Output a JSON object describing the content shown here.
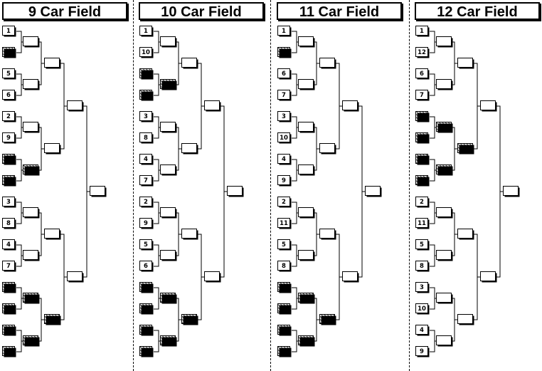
{
  "colors": {
    "line": "#000000",
    "background": "#ffffff",
    "hatch": "#000000"
  },
  "brackets": [
    {
      "title": "9 Car Field",
      "seeds": [
        "1",
        "",
        "5",
        "6",
        "2",
        "9",
        "",
        "",
        "3",
        "8",
        "4",
        "7",
        "",
        "",
        "",
        ""
      ],
      "round2_hatched": [
        false,
        false,
        false,
        true,
        false,
        false,
        true,
        true
      ],
      "round3_hatched": [
        false,
        false,
        false,
        true
      ],
      "round4_hatched": [
        false,
        false
      ],
      "final_hatched": false
    },
    {
      "title": "10 Car Field",
      "seeds": [
        "1",
        "10",
        "",
        "",
        "3",
        "8",
        "4",
        "7",
        "2",
        "9",
        "5",
        "6",
        "",
        "",
        "",
        ""
      ],
      "round2_hatched": [
        false,
        true,
        false,
        false,
        false,
        false,
        true,
        true
      ],
      "round3_hatched": [
        false,
        false,
        false,
        true
      ],
      "round4_hatched": [
        false,
        false
      ],
      "final_hatched": false
    },
    {
      "title": "11 Car Field",
      "seeds": [
        "1",
        "",
        "6",
        "7",
        "3",
        "10",
        "4",
        "9",
        "2",
        "11",
        "5",
        "8",
        "",
        "",
        "",
        ""
      ],
      "round2_hatched": [
        false,
        false,
        false,
        false,
        false,
        false,
        true,
        true
      ],
      "round3_hatched": [
        false,
        false,
        false,
        true
      ],
      "round4_hatched": [
        false,
        false
      ],
      "final_hatched": false
    },
    {
      "title": "12 Car Field",
      "seeds": [
        "1",
        "12",
        "6",
        "7",
        "",
        "",
        "",
        "",
        "2",
        "11",
        "5",
        "8",
        "3",
        "10",
        "4",
        "9"
      ],
      "round2_hatched": [
        false,
        false,
        true,
        true,
        false,
        false,
        false,
        false
      ],
      "round3_hatched": [
        false,
        true,
        false,
        false
      ],
      "round4_hatched": [
        false,
        false
      ],
      "final_hatched": false
    }
  ]
}
